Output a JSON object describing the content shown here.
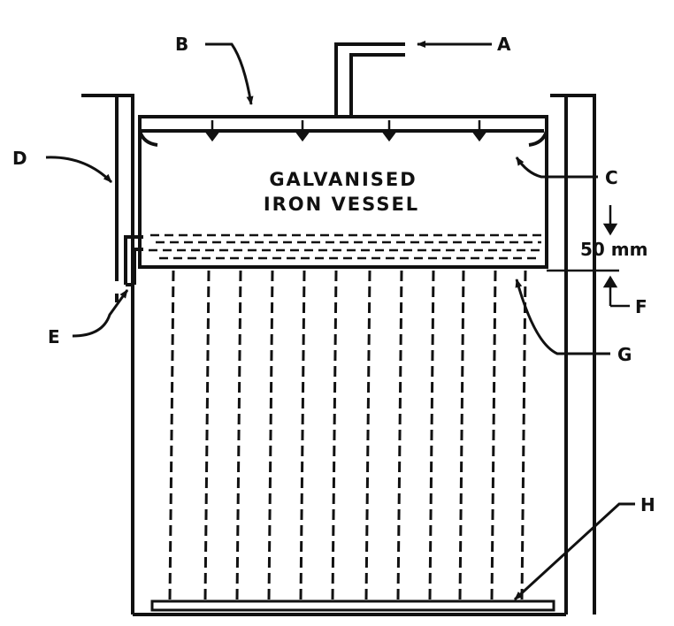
{
  "diagram": {
    "vessel_label_line1": "GALVANISED",
    "vessel_label_line2": "IRON VESSEL",
    "dimension_label": "50 mm",
    "labels": {
      "a": "A",
      "b": "B",
      "c": "C",
      "d": "D",
      "e": "E",
      "f": "F",
      "g": "G",
      "h": "H"
    },
    "colors": {
      "ink": "#111111",
      "background": "#ffffff"
    }
  }
}
